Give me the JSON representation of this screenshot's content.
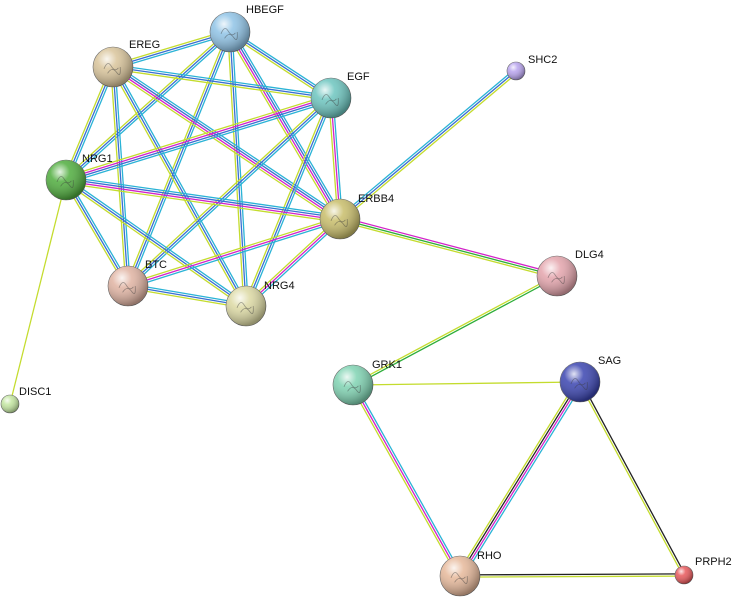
{
  "network": {
    "nodes": [
      {
        "id": "HBEGF",
        "label": "HBEGF",
        "color": "#8fc3e6"
      },
      {
        "id": "EREG",
        "label": "EREG",
        "color": "#d9c49a"
      },
      {
        "id": "EGF",
        "label": "EGF",
        "color": "#6cc5bf"
      },
      {
        "id": "SHC2",
        "label": "SHC2",
        "color": "#b8a3ee"
      },
      {
        "id": "NRG1",
        "label": "NRG1",
        "color": "#4fad3d"
      },
      {
        "id": "ERBB4",
        "label": "ERBB4",
        "color": "#c8bd6a"
      },
      {
        "id": "DLG4",
        "label": "DLG4",
        "color": "#e4a4ac"
      },
      {
        "id": "BTC",
        "label": "BTC",
        "color": "#e0b3a2"
      },
      {
        "id": "NRG4",
        "label": "NRG4",
        "color": "#dcd9a3"
      },
      {
        "id": "GRK1",
        "label": "GRK1",
        "color": "#7fd3b2"
      },
      {
        "id": "SAG",
        "label": "SAG",
        "color": "#3a44b0"
      },
      {
        "id": "DISC1",
        "label": "DISC1",
        "color": "#c3e6a0"
      },
      {
        "id": "RHO",
        "label": "RHO",
        "color": "#e6b89a"
      },
      {
        "id": "PRPH2",
        "label": "PRPH2",
        "color": "#e8575a"
      }
    ],
    "edge_colors": {
      "cyan": "#2ab3d6",
      "blue": "#3b6fd1",
      "magenta": "#d323c9",
      "yellowgreen": "#c4dc2e",
      "green": "#2eae3a",
      "black": "#222222"
    },
    "edges": [
      {
        "a": "HBEGF",
        "b": "EREG",
        "types": [
          "cyan",
          "blue",
          "yellowgreen"
        ]
      },
      {
        "a": "HBEGF",
        "b": "EGF",
        "types": [
          "cyan",
          "blue",
          "yellowgreen"
        ]
      },
      {
        "a": "HBEGF",
        "b": "NRG1",
        "types": [
          "cyan",
          "blue",
          "yellowgreen"
        ]
      },
      {
        "a": "HBEGF",
        "b": "ERBB4",
        "types": [
          "cyan",
          "blue",
          "magenta",
          "yellowgreen"
        ]
      },
      {
        "a": "HBEGF",
        "b": "BTC",
        "types": [
          "cyan",
          "blue",
          "yellowgreen"
        ]
      },
      {
        "a": "HBEGF",
        "b": "NRG4",
        "types": [
          "cyan",
          "blue",
          "yellowgreen"
        ]
      },
      {
        "a": "EREG",
        "b": "EGF",
        "types": [
          "cyan",
          "blue",
          "yellowgreen"
        ]
      },
      {
        "a": "EREG",
        "b": "NRG1",
        "types": [
          "cyan",
          "blue",
          "yellowgreen"
        ]
      },
      {
        "a": "EREG",
        "b": "ERBB4",
        "types": [
          "cyan",
          "blue",
          "magenta",
          "yellowgreen"
        ]
      },
      {
        "a": "EREG",
        "b": "BTC",
        "types": [
          "cyan",
          "blue",
          "yellowgreen"
        ]
      },
      {
        "a": "EREG",
        "b": "NRG4",
        "types": [
          "cyan",
          "blue",
          "yellowgreen"
        ]
      },
      {
        "a": "EGF",
        "b": "NRG1",
        "types": [
          "cyan",
          "blue",
          "magenta",
          "yellowgreen"
        ]
      },
      {
        "a": "EGF",
        "b": "ERBB4",
        "types": [
          "cyan",
          "magenta",
          "yellowgreen"
        ]
      },
      {
        "a": "EGF",
        "b": "BTC",
        "types": [
          "cyan",
          "blue",
          "yellowgreen"
        ]
      },
      {
        "a": "EGF",
        "b": "NRG4",
        "types": [
          "cyan",
          "blue",
          "yellowgreen"
        ]
      },
      {
        "a": "NRG1",
        "b": "ERBB4",
        "types": [
          "cyan",
          "blue",
          "magenta",
          "yellowgreen"
        ]
      },
      {
        "a": "NRG1",
        "b": "BTC",
        "types": [
          "cyan",
          "blue",
          "yellowgreen"
        ]
      },
      {
        "a": "NRG1",
        "b": "NRG4",
        "types": [
          "cyan",
          "blue",
          "yellowgreen"
        ]
      },
      {
        "a": "NRG1",
        "b": "DISC1",
        "types": [
          "yellowgreen"
        ]
      },
      {
        "a": "ERBB4",
        "b": "BTC",
        "types": [
          "cyan",
          "magenta",
          "yellowgreen"
        ]
      },
      {
        "a": "ERBB4",
        "b": "NRG4",
        "types": [
          "cyan",
          "magenta",
          "yellowgreen"
        ]
      },
      {
        "a": "BTC",
        "b": "NRG4",
        "types": [
          "cyan",
          "blue",
          "yellowgreen"
        ]
      },
      {
        "a": "ERBB4",
        "b": "SHC2",
        "types": [
          "cyan",
          "blue",
          "yellowgreen"
        ]
      },
      {
        "a": "ERBB4",
        "b": "DLG4",
        "types": [
          "magenta",
          "green",
          "yellowgreen"
        ]
      },
      {
        "a": "DLG4",
        "b": "GRK1",
        "types": [
          "green",
          "yellowgreen"
        ]
      },
      {
        "a": "GRK1",
        "b": "SAG",
        "types": [
          "yellowgreen"
        ]
      },
      {
        "a": "GRK1",
        "b": "RHO",
        "types": [
          "cyan",
          "magenta",
          "yellowgreen"
        ]
      },
      {
        "a": "SAG",
        "b": "RHO",
        "types": [
          "cyan",
          "magenta",
          "black",
          "yellowgreen"
        ]
      },
      {
        "a": "SAG",
        "b": "PRPH2",
        "types": [
          "black",
          "yellowgreen"
        ]
      },
      {
        "a": "RHO",
        "b": "PRPH2",
        "types": [
          "black",
          "yellowgreen"
        ]
      }
    ]
  }
}
